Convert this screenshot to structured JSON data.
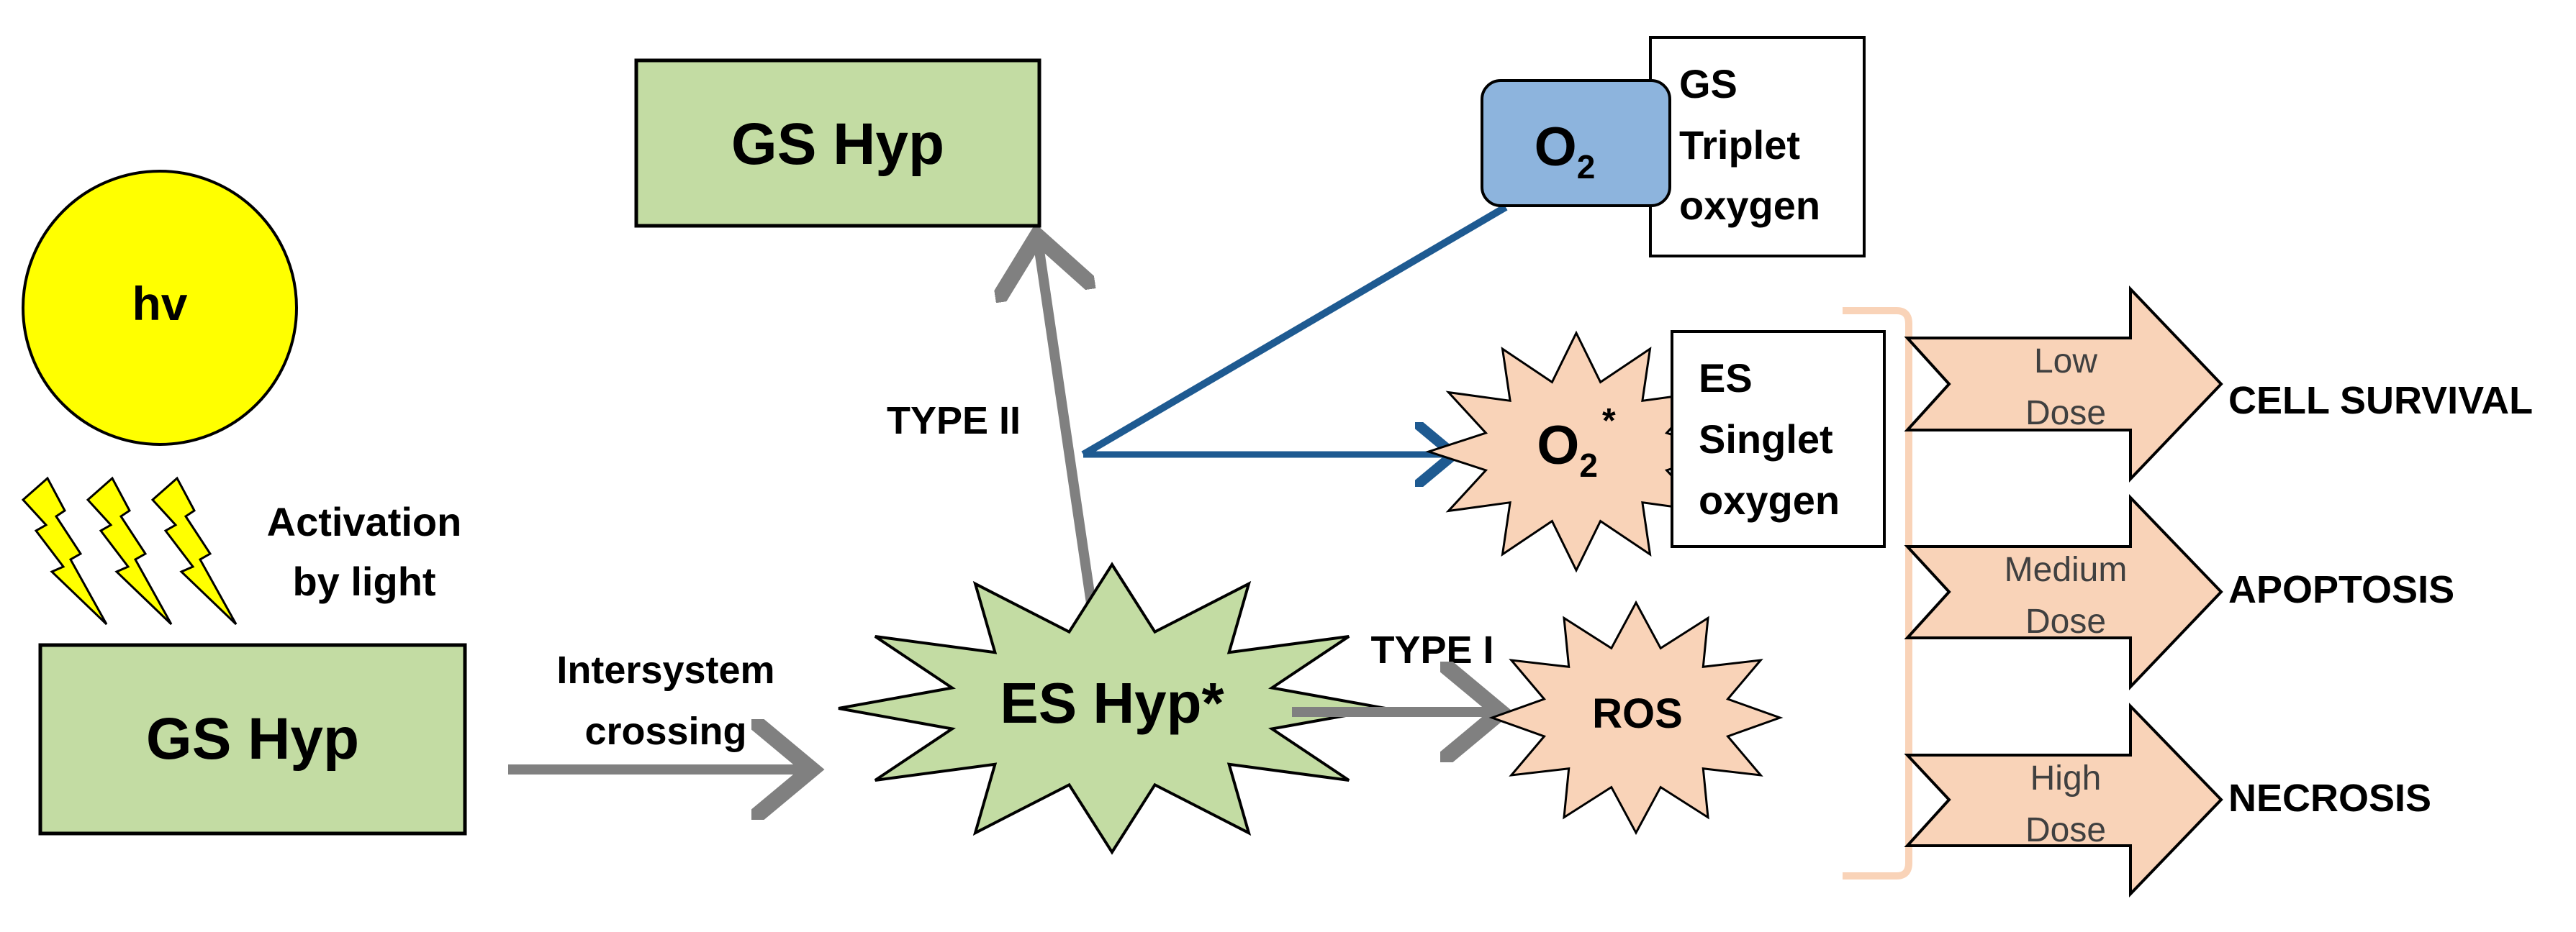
{
  "nodes": {
    "sun": {
      "label": "hv"
    },
    "activation": {
      "line1": "Activation",
      "line2": "by light"
    },
    "gs_hyp_left": {
      "label": "GS Hyp"
    },
    "intersystem": {
      "line1": "Intersystem",
      "line2": "crossing"
    },
    "es_hyp": {
      "label": "ES Hyp*"
    },
    "gs_hyp_top": {
      "label": "GS Hyp"
    },
    "type2": {
      "label": "TYPE II"
    },
    "type1": {
      "label": "TYPE I"
    },
    "o2_ground": {
      "main": "O",
      "sub": "2"
    },
    "gs_triplet": {
      "line1": "GS",
      "line2": "Triplet",
      "line3": "oxygen"
    },
    "o2_excited": {
      "main": "O",
      "sub": "2",
      "sup": "*"
    },
    "es_singlet": {
      "line1": "ES",
      "line2": "Singlet",
      "line3": "oxygen"
    },
    "ros": {
      "label": "ROS"
    }
  },
  "outcomes": [
    {
      "dose_line1": "Low",
      "dose_line2": "Dose",
      "result": "CELL SURVIVAL"
    },
    {
      "dose_line1": "Medium",
      "dose_line2": "Dose",
      "result": "APOPTOSIS"
    },
    {
      "dose_line1": "High",
      "dose_line2": "Dose",
      "result": "NECROSIS"
    }
  ],
  "colors": {
    "green_box": "#c3dca3",
    "green_star": "#c3dca3",
    "peach": "#f9d3b8",
    "sun": "#ffff00",
    "lightning": "#ffff00",
    "o2_box": "#8db4dd",
    "blue_line": "#1e5a91",
    "gray_arrow": "#808080",
    "bracket": "#f9d3b8"
  }
}
